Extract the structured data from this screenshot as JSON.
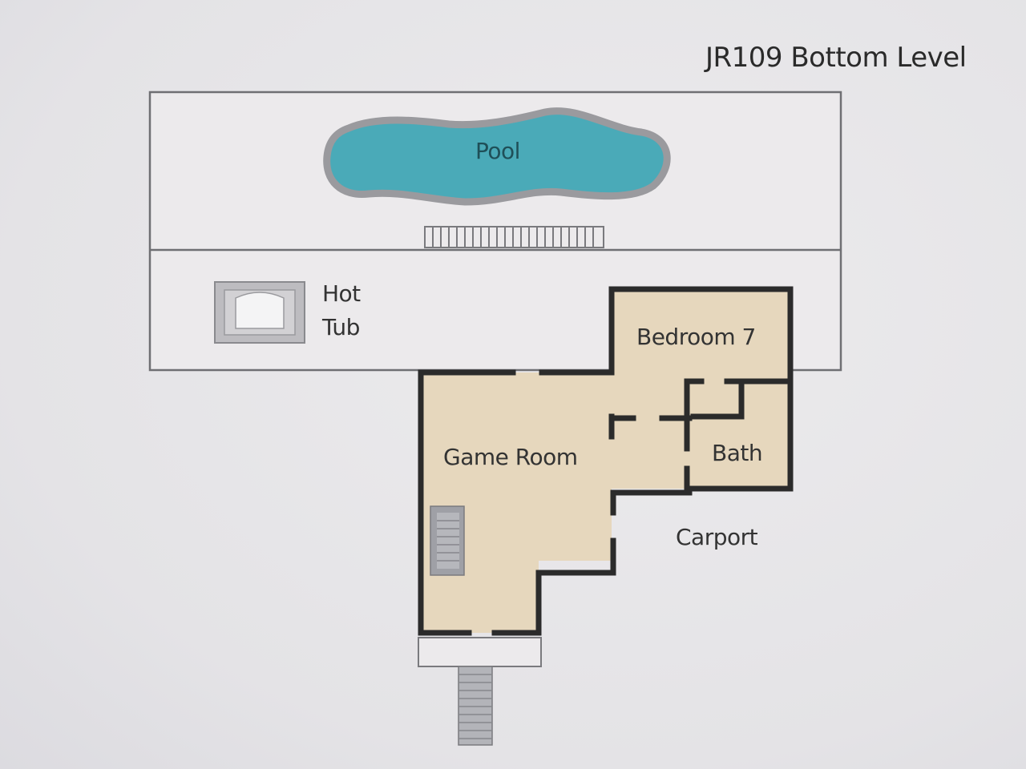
{
  "title": "JR109 Bottom Level",
  "rooms": {
    "pool": "Pool",
    "hot_tub_line1": "Hot",
    "hot_tub_line2": "Tub",
    "bedroom": "Bedroom 7",
    "game_room": "Game Room",
    "bath": "Bath",
    "carport": "Carport"
  },
  "colors": {
    "room_fill": "#e6d7bd",
    "wall": "#2b2b2b",
    "pool_water": "#4aaab8",
    "pool_edge": "#9a9a9e",
    "deck_line": "#7a7a7e"
  }
}
